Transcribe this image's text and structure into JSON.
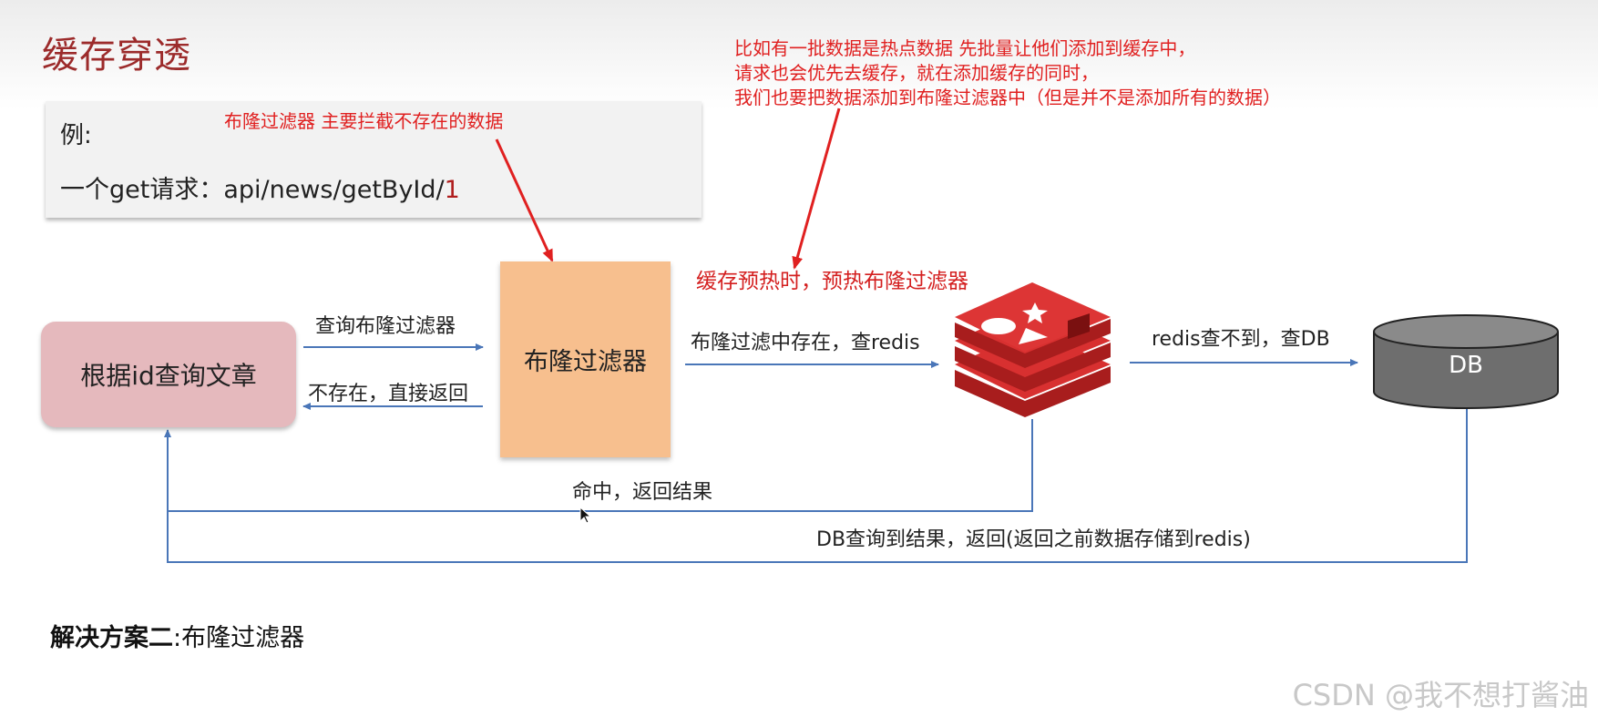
{
  "title": "缓存穿透",
  "example": {
    "label": "例:",
    "request_prefix": "一个get请求：api/news/getById/",
    "request_id": "1"
  },
  "annotations": {
    "bloom_note": "布隆过滤器 主要拦截不存在的数据",
    "warmup_note_lines": [
      "比如有一批数据是热点数据 先批量让他们添加到缓存中，",
      "请求也会优先去缓存，就在添加缓存的同时，",
      "我们也要把数据添加到布隆过滤器中（但是并不是添加所有的数据）"
    ],
    "warmup_label": "缓存预热时，预热布隆过滤器"
  },
  "nodes": {
    "article": "根据id查询文章",
    "bloom": "布隆过滤器",
    "db": "DB"
  },
  "edges": {
    "query_bloom": "查询布隆过滤器",
    "not_exist": "不存在，直接返回",
    "exists_query_redis": "布隆过滤中存在，查redis",
    "redis_miss": "redis查不到，查DB",
    "hit_return": "命中，返回结果",
    "db_return": "DB查询到结果，返回(返回之前数据存储到redis)"
  },
  "solution": {
    "label": "解决方案二",
    "sep": ":",
    "text": "布隆过滤器"
  },
  "watermark": "CSDN @我不想打酱油",
  "colors": {
    "title": "#9c2b2b",
    "annotation_red": "#e02020",
    "arrow_blue": "#4a76b8",
    "article_box": "#e5b9bd",
    "bloom_box": "#f7bf8e",
    "db_fill": "#6e6e6e",
    "redis_red": "#cc2222"
  }
}
